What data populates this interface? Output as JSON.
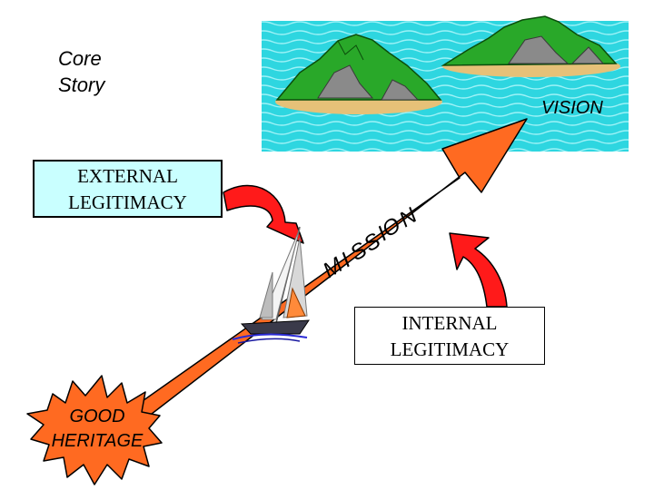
{
  "title": {
    "line1": "Core",
    "line2": "Story"
  },
  "vision": {
    "label": "VISION"
  },
  "mission": {
    "label": "MISSION",
    "letters": [
      "M",
      "I",
      "S",
      "S",
      "I",
      "O",
      "N"
    ]
  },
  "external_legitimacy": {
    "line1": "EXTERNAL",
    "line2": "LEGITIMACY"
  },
  "internal_legitimacy": {
    "line1": "INTERNAL",
    "line2": "LEGITIMACY"
  },
  "good_heritage": {
    "line1": "GOOD",
    "line2": "HERITAGE"
  },
  "colors": {
    "mission_arrow": "#ff6a21",
    "curved_arrows": "#ff1a1a",
    "sea": "#2ed6e0",
    "island_green": "#29a829",
    "island_rock": "#8a8a8a",
    "sand": "#e6c178",
    "external_box": "#c9ffff",
    "heritage_burst": "#ff6a21"
  },
  "icons": [
    "island-scene",
    "sailboat-icon",
    "starburst-shape"
  ]
}
